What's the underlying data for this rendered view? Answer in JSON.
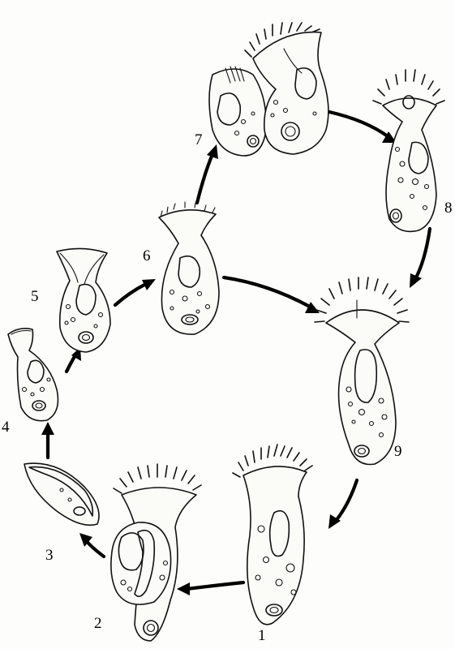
{
  "figure": {
    "stage_labels": [
      "1",
      "2",
      "3",
      "4",
      "5",
      "6",
      "7",
      "8",
      "9"
    ]
  },
  "colors": {
    "ink": "#111111",
    "paper": "#fdfdfb",
    "stipple": "#bbbbbb"
  }
}
